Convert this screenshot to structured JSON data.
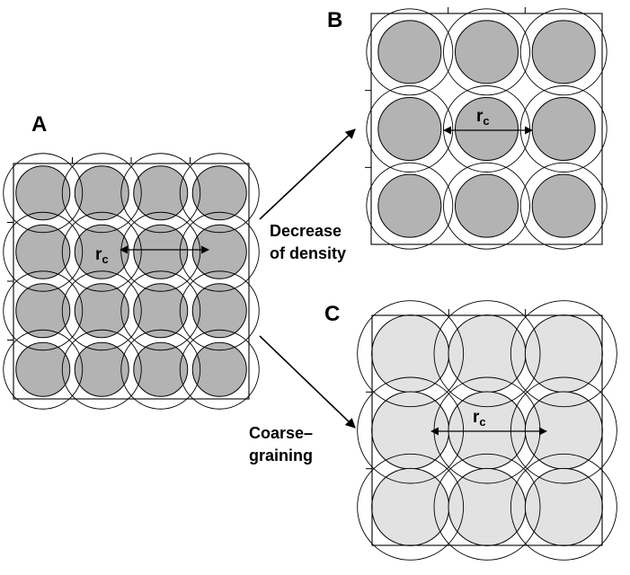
{
  "panels": [
    {
      "id": "A",
      "label": "A",
      "grid": 4,
      "disk_fill": "#b3b3b3",
      "radius_label": "r",
      "radius_subscript": "c"
    },
    {
      "id": "B",
      "label": "B",
      "grid": 3,
      "disk_fill": "#b3b3b3",
      "radius_label": "r",
      "radius_subscript": "c"
    },
    {
      "id": "C",
      "label": "C",
      "grid": 3,
      "disk_fill": "#e2e2e2",
      "radius_label": "r",
      "radius_subscript": "c"
    }
  ],
  "transitions": [
    {
      "from": "A",
      "to": "B",
      "lines": [
        "Decrease",
        "of density"
      ]
    },
    {
      "from": "A",
      "to": "C",
      "lines": [
        "Coarse–",
        "graining"
      ]
    }
  ],
  "colors": {
    "stroke": "#000000",
    "background": "#ffffff"
  }
}
